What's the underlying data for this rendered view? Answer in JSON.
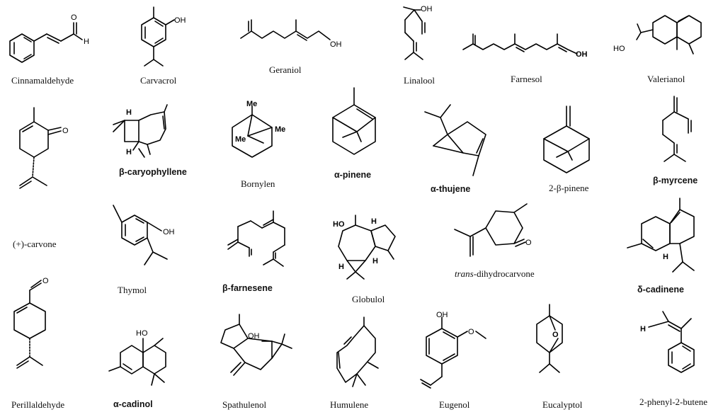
{
  "labels": {
    "cinnamaldehyde": "Cinnamaldehyde",
    "carvacrol": "Carvacrol",
    "geraniol": "Geraniol",
    "linalool": "Linalool",
    "farnesol": "Farnesol",
    "valerianol": "Valerianol",
    "carvone": "(+)-carvone",
    "caryophyllene": "β-caryophyllene",
    "bornylen": "Bornylen",
    "alpha_pinene": "α-pinene",
    "alpha_thujene": "α-thujene",
    "beta_pinene": "2-β-pinene",
    "beta_myrcene": "β-myrcene",
    "thymol": "Thymol",
    "beta_farnesene": "β-farnesene",
    "globulol": "Globulol",
    "dihydrocarvone_prefix": "trans",
    "dihydrocarvone_rest": "-dihydrocarvone",
    "delta_cadinene": "δ-cadinene",
    "perillaldehyde": "Perillaldehyde",
    "alpha_cadinol": "α-cadinol",
    "spathulenol": "Spathulenol",
    "humulene": "Humulene",
    "eugenol": "Eugenol",
    "eucalyptol": "Eucalyptol",
    "phenylbutene": "2-phenyl-2-butene"
  },
  "atoms": {
    "O": "O",
    "H": "H",
    "OH": "OH",
    "HO": "HO",
    "Me": "Me"
  }
}
